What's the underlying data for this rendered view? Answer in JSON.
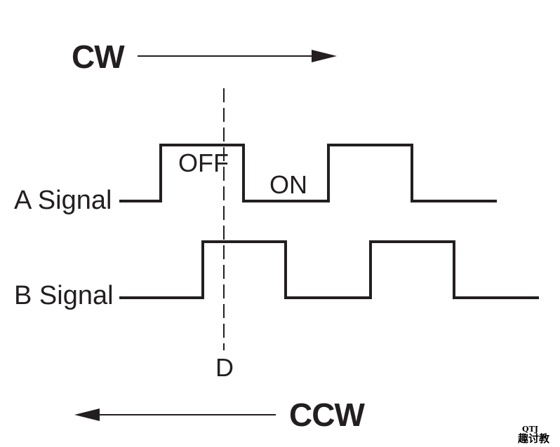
{
  "directions": {
    "cw": "CW",
    "ccw": "CCW"
  },
  "signals": {
    "a_label": "A Signal",
    "b_label": "B Signal"
  },
  "states": {
    "off": "OFF",
    "on": "ON"
  },
  "marker": {
    "label": "D"
  },
  "watermark": {
    "top": "QTJ",
    "bottom": "趣讨教"
  },
  "colors": {
    "ink": "#231f20",
    "background": "#ffffff"
  }
}
